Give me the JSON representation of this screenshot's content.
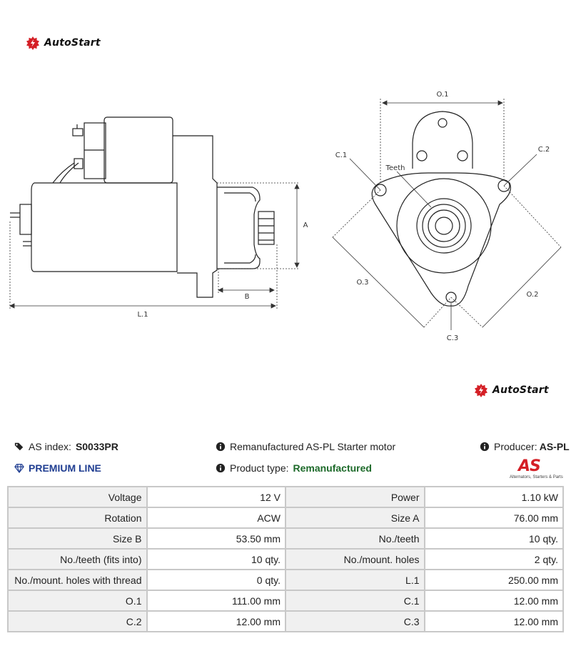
{
  "brand": {
    "name": "AutoStart",
    "icon": "gear-bolt-icon",
    "color": "#d41f26"
  },
  "drawing": {
    "labels": {
      "A": "A",
      "B": "B",
      "L1": "L.1",
      "O1": "O.1",
      "O2": "O.2",
      "O3": "O.3",
      "C1": "C.1",
      "C2": "C.2",
      "C3": "C.3",
      "teeth": "Teeth"
    }
  },
  "info": {
    "as_index_label": "AS index:",
    "as_index_value": "S0033PR",
    "description": "Remanufactured AS-PL Starter motor",
    "producer_label": "Producer:",
    "producer_value": "AS-PL",
    "premium_line": "PREMIUM LINE",
    "product_type_label": "Product type:",
    "product_type_value": "Remanufactured",
    "as_logo_mark": "AS",
    "as_logo_tagline": "Alternators, Starters & Parts"
  },
  "specs": [
    [
      "Voltage",
      "12 V",
      "Power",
      "1.10 kW"
    ],
    [
      "Rotation",
      "ACW",
      "Size A",
      "76.00 mm"
    ],
    [
      "Size B",
      "53.50 mm",
      "No./teeth",
      "10 qty."
    ],
    [
      "No./teeth (fits into)",
      "10 qty.",
      "No./mount. holes",
      "2 qty."
    ],
    [
      "No./mount. holes with thread",
      "0 qty.",
      "L.1",
      "250.00 mm"
    ],
    [
      "O.1",
      "111.00 mm",
      "C.1",
      "12.00 mm"
    ],
    [
      "C.2",
      "12.00 mm",
      "C.3",
      "12.00 mm"
    ]
  ]
}
